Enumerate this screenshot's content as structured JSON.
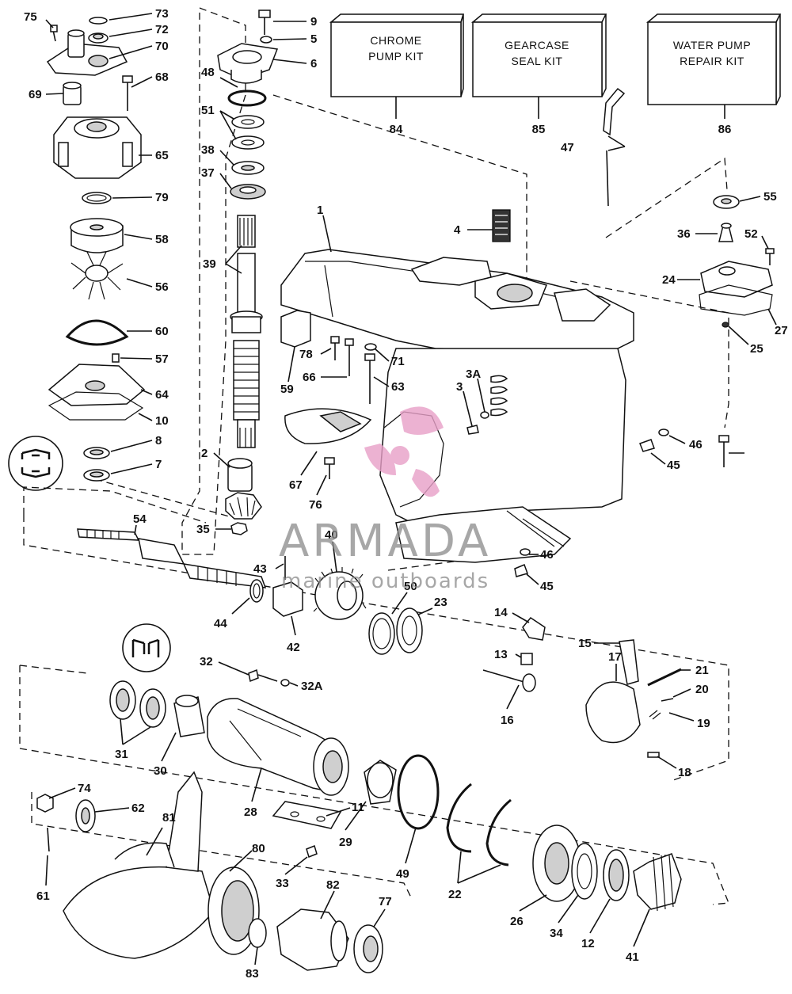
{
  "kits": [
    {
      "line1": "CHROME",
      "line2": "PUMP KIT",
      "number": "84"
    },
    {
      "line1": "GEARCASE",
      "line2": "SEAL KIT",
      "number": "85"
    },
    {
      "line1": "WATER PUMP",
      "line2": "REPAIR KIT",
      "number": "86"
    }
  ],
  "callouts": [
    "75",
    "73",
    "72",
    "70",
    "69",
    "68",
    "65",
    "79",
    "58",
    "56",
    "60",
    "57",
    "64",
    "10",
    "8",
    "7",
    "9",
    "5",
    "6",
    "48",
    "51",
    "38",
    "37",
    "39",
    "2",
    "35",
    "54",
    "1",
    "4",
    "47",
    "55",
    "36",
    "52",
    "24",
    "25",
    "27",
    "78",
    "71",
    "66",
    "63",
    "59",
    "3",
    "3A",
    "46",
    "45",
    "67",
    "76",
    "40",
    "43",
    "44",
    "42",
    "50",
    "23",
    "14",
    "13",
    "15",
    "17",
    "21",
    "20",
    "19",
    "16",
    "18",
    "32",
    "32A",
    "31",
    "30",
    "28",
    "11",
    "29",
    "49",
    "22",
    "26",
    "34",
    "12",
    "41",
    "74",
    "62",
    "81",
    "80",
    "61",
    "33",
    "82",
    "83",
    "77"
  ],
  "watermark": {
    "brand": "ARMADA",
    "tagline": "marine outboards",
    "logo_color": "#e8a0c8"
  }
}
